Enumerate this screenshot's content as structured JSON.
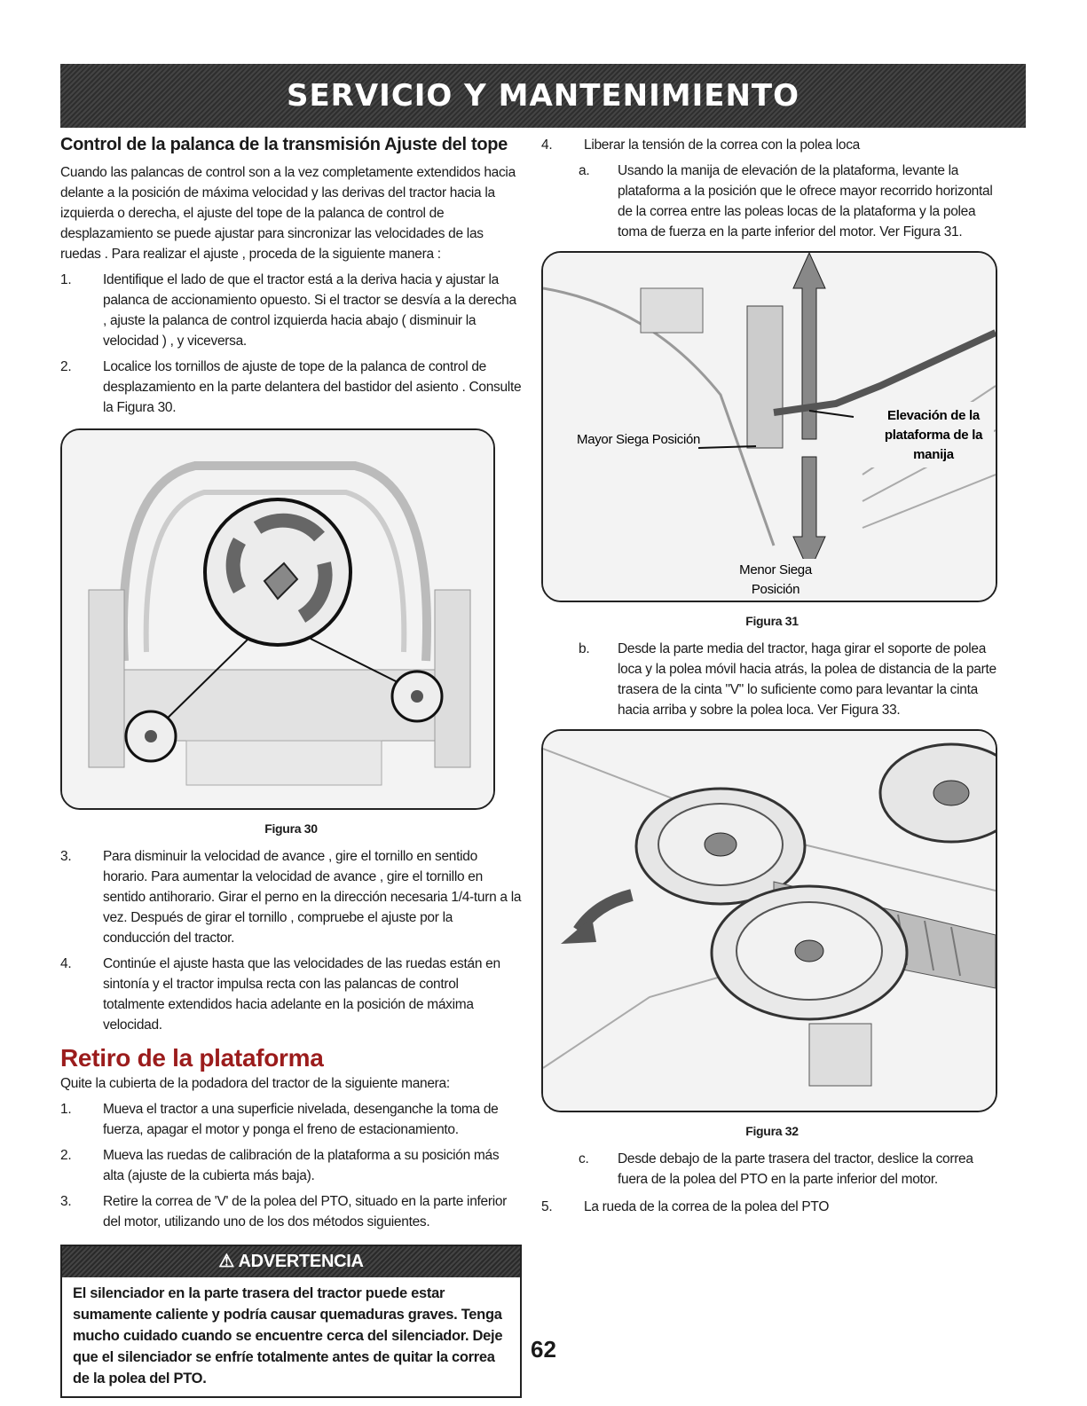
{
  "banner": {
    "title": "SERVICIO Y MANTENIMIENTO"
  },
  "left": {
    "heading": "Control de la palanca de la transmisión Ajuste del tope",
    "intro": "Cuando las palancas de control son a la vez completamente extendidos hacia delante a la posición de máxima velocidad y las derivas del tractor hacia la izquierda o derecha, el ajuste del tope de la palanca de control de desplazamiento se puede ajustar para sincronizar las velocidades de las ruedas . Para realizar el ajuste , proceda de la siguiente manera :",
    "steps": [
      {
        "num": "1.",
        "text": "Identifique el lado de que el tractor está a la deriva hacia y ajustar la palanca de accionamiento opuesto. Si el tractor se desvía a la derecha , ajuste la palanca de control izquierda hacia abajo ( disminuir la velocidad ) , y viceversa."
      },
      {
        "num": "2.",
        "text": "Localice los tornillos de ajuste de tope de la palanca de control de desplazamiento en la parte delantera del bastidor del asiento . Consulte la Figura 30."
      }
    ],
    "fig30_caption": "Figura 30",
    "steps2": [
      {
        "num": "3.",
        "text": "Para disminuir la velocidad de avance , gire el tornillo en sentido horario. Para aumentar la velocidad de avance , gire el tornillo en sentido antihorario. Girar el perno en la dirección necesaria 1/4-turn a la vez. Después de girar el tornillo , compruebe el ajuste por la conducción del tractor."
      },
      {
        "num": "4.",
        "text": "Continúe el ajuste hasta que las velocidades de las ruedas están en sintonía y el tractor impulsa recta con las palancas de control totalmente extendidos hacia adelante en la posición de máxima velocidad."
      }
    ],
    "heading2": "Retiro de la plataforma",
    "intro2": "Quite la cubierta de la podadora del tractor de la siguiente manera:",
    "steps3": [
      {
        "num": "1.",
        "text": "Mueva el tractor a una superficie nivelada, desenganche la toma de fuerza, apagar el motor y ponga el freno de estacionamiento."
      },
      {
        "num": "2.",
        "text": "Mueva las ruedas de calibración de la plataforma a su posición más alta (ajuste de la cubierta más baja)."
      },
      {
        "num": "3.",
        "text": "Retire la correa de 'V' de la polea del PTO, situado en la parte inferior del motor, utilizando uno de los dos métodos siguientes."
      }
    ],
    "warning": {
      "title": "ADVERTENCIA",
      "text": "El silenciador en la parte trasera del tractor puede estar sumamente caliente y podría causar quemaduras graves. Tenga mucho cuidado cuando se encuentre cerca del silenciador. Deje que el silenciador se enfríe totalmente antes de quitar la correa de la polea del PTO."
    }
  },
  "right": {
    "step4": {
      "num": "4.",
      "text": "Liberar la tensión de la correa con la polea loca"
    },
    "sub_a": {
      "num": "a.",
      "text": "Usando la manija de elevación de la plataforma, levante la plataforma a la posición que le ofrece mayor recorrido horizontal de la correa entre las poleas locas de la plataforma y la polea toma de fuerza en la parte inferior del motor. Ver Figura 31."
    },
    "fig31": {
      "label_max": "Mayor Siega Posición",
      "label_handle_1": "Elevación de la",
      "label_handle_2": "plataforma de la",
      "label_handle_3": "manija",
      "label_min_1": "Menor Siega",
      "label_min_2": "Posición",
      "caption": "Figura 31"
    },
    "sub_b": {
      "num": "b.",
      "text": "Desde la parte media del tractor, haga girar el soporte de polea loca y la polea móvil hacia atrás, la polea de distancia de la parte trasera de la cinta \"V\" lo suficiente como para levantar la cinta hacia arriba y sobre la polea loca. Ver Figura 33."
    },
    "fig32_caption": "Figura 32",
    "sub_c": {
      "num": "c.",
      "text": "Desde debajo de la parte trasera del tractor, deslice la correa fuera de la polea del PTO en la parte inferior del motor."
    },
    "step5": {
      "num": "5.",
      "text": "La rueda de la correa de la polea del PTO"
    }
  },
  "page_number": "62"
}
